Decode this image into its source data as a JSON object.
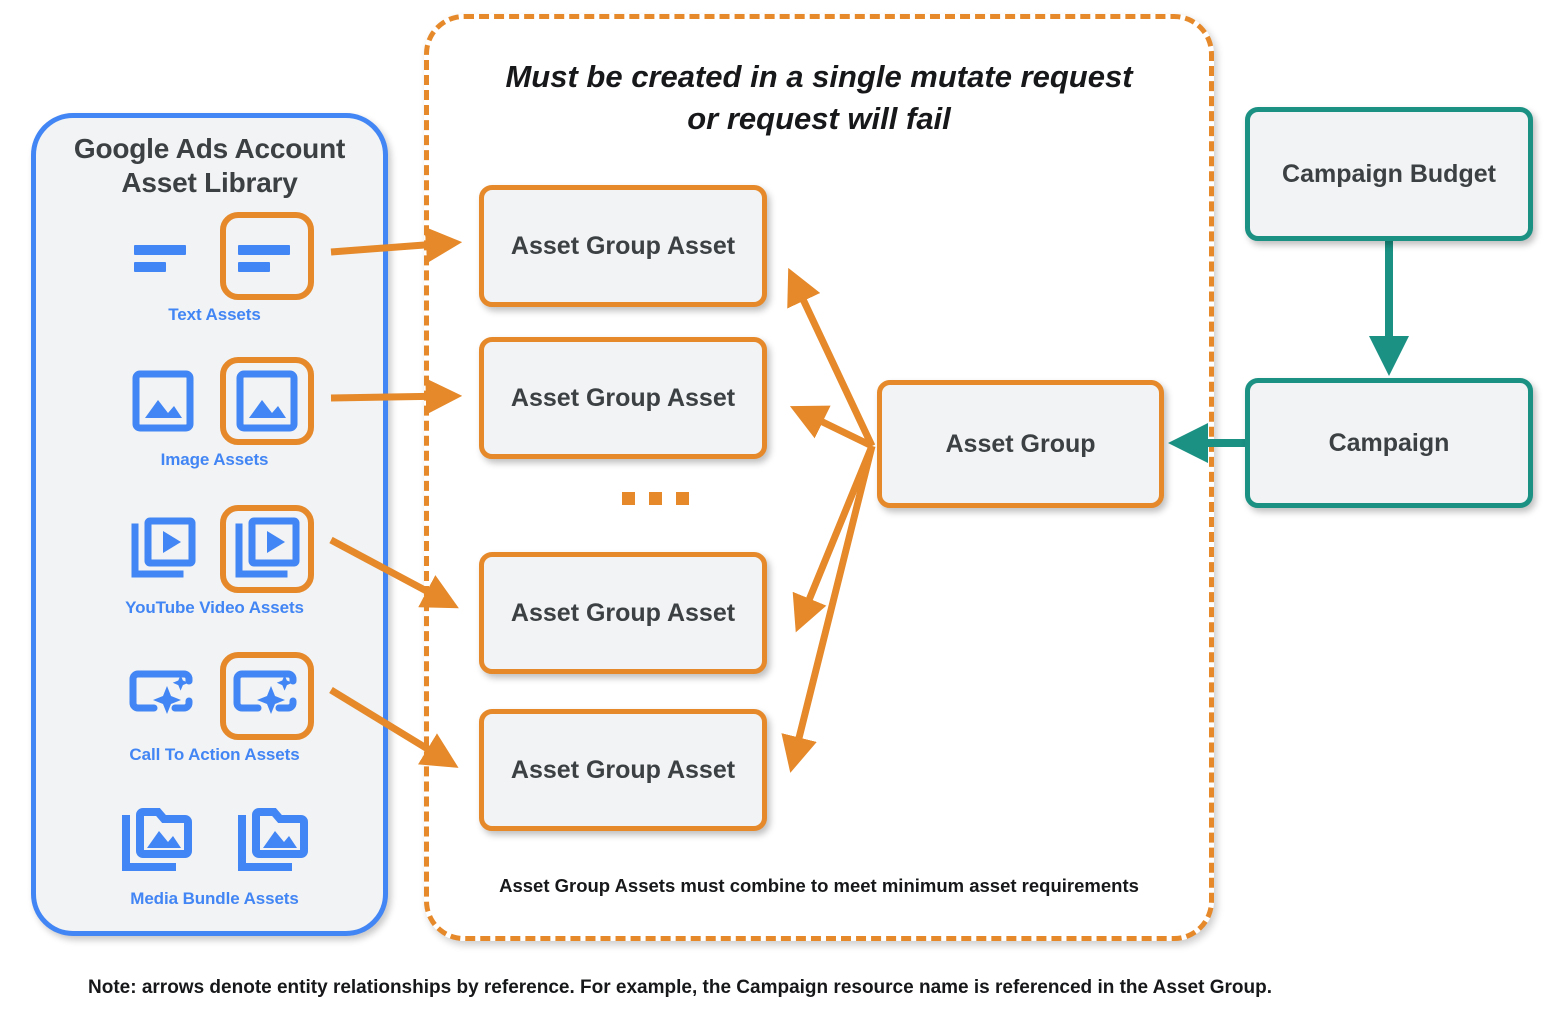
{
  "diagram": {
    "title": "Google Ads Performance Max entity relationships",
    "colors": {
      "orange": "#e5892a",
      "teal": "#1a9183",
      "blue": "#4285f4",
      "node_fill": "#f1f3f4",
      "text": "#3c4043"
    }
  },
  "library_panel": {
    "title_line1": "Google Ads Account",
    "title_line2": "Asset Library",
    "assets": [
      {
        "label": "Text Assets",
        "icon": "text-lines-icon",
        "highlighted": true
      },
      {
        "label": "Image Assets",
        "icon": "image-icon",
        "highlighted": true
      },
      {
        "label": "YouTube Video  Assets",
        "icon": "video-stack-icon",
        "highlighted": true
      },
      {
        "label": "Call To Action Assets",
        "icon": "call-to-action-icon",
        "highlighted": true
      },
      {
        "label": "Media Bundle  Assets",
        "icon": "media-bundle-icon",
        "highlighted": false
      }
    ]
  },
  "mutate_region": {
    "title_line1": "Must be created in a single mutate request",
    "title_line2": "or request will fail",
    "footnote": "Asset Group Assets must combine to meet minimum asset requirements"
  },
  "nodes": {
    "asset_group_assets": [
      {
        "label": "Asset Group Asset"
      },
      {
        "label": "Asset Group Asset"
      },
      {
        "label": "Asset Group Asset"
      },
      {
        "label": "Asset Group Asset"
      }
    ],
    "ellipsis": "...",
    "asset_group": {
      "label": "Asset Group"
    },
    "campaign_budget": {
      "label": "Campaign Budget"
    },
    "campaign": {
      "label": "Campaign"
    }
  },
  "bottom_note": "Note: arrows denote entity relationships by reference. For example, the Campaign resource name is referenced in the Asset Group."
}
